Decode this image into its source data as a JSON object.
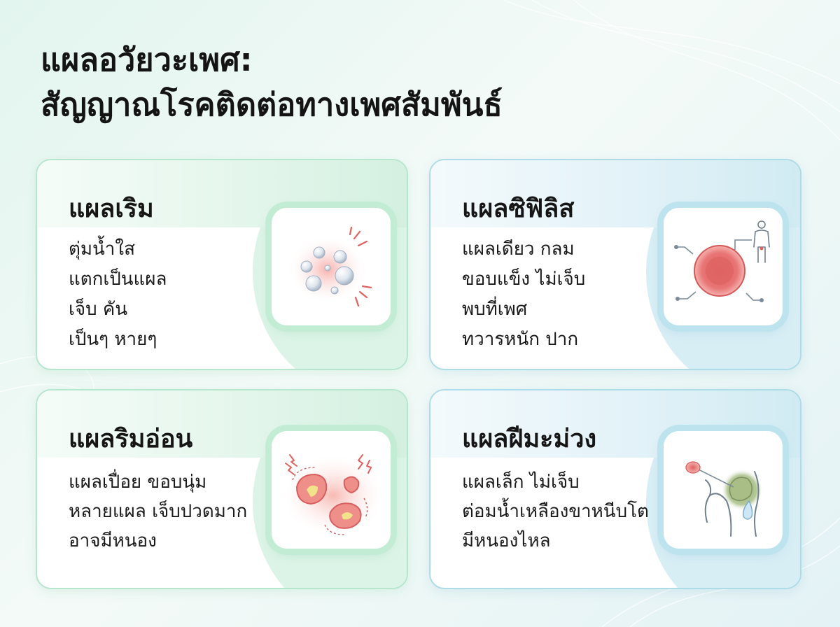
{
  "title": {
    "line1": "แผลอวัยวะเพศ:",
    "line2": "สัญญาณโรคติดต่อทางเพศสัมพันธ์"
  },
  "cards": [
    {
      "title": "แผลเริม",
      "lines": [
        "ตุ่มน้ำใส",
        "แตกเป็นแผล",
        "เจ็บ คัน",
        "เป็นๆ หายๆ"
      ],
      "icon": "blister-icon",
      "theme": "green"
    },
    {
      "title": "แผลซิฟิลิส",
      "lines": [
        "แผลเดียว กลม",
        "ขอบแข็ง ไม่เจ็บ",
        "พบที่เพศ",
        "ทวารหนัก ปาก"
      ],
      "icon": "chancre-icon",
      "theme": "blue"
    },
    {
      "title": "แผลริมอ่อน",
      "lines": [
        "แผลเปื่อย ขอบนุ่ม",
        "หลายแผล เจ็บปวดมาก",
        "อาจมีหนอง"
      ],
      "icon": "soft-ulcer-icon",
      "theme": "green"
    },
    {
      "title": "แผลฝีมะม่วง",
      "lines": [
        "แผลเล็ก ไม่เจ็บ",
        "ต่อมน้ำเหลืองขาหนีบโต",
        "มีหนองไหล"
      ],
      "icon": "lymph-node-icon",
      "theme": "blue"
    }
  ],
  "colors": {
    "green_accent": "#c3ecd5",
    "blue_accent": "#bde3ee",
    "lesion_red": "#e0615f",
    "pus_yellow": "#f2e28a"
  }
}
